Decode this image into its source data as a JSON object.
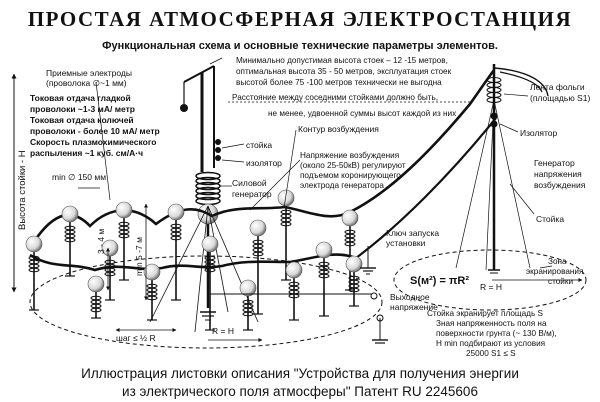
{
  "title": "ПРОСТАЯ АТМОСФЕРНАЯ ЭЛЕКТРОСТАНЦИЯ",
  "subtitle": "Функциональная схема и основные технические параметры элементов.",
  "notes": {
    "height_line1": "Минимально допустимая высота стоек – 12 -15 метров,",
    "height_line2": "оптимальная высота 35 - 50 метров, эксплуатация стоек",
    "height_line3": "высотой более 75 -100 метров технически не выгодна",
    "distance_line1": "Расстояние между соседними стойками должно быть,",
    "distance_line2": "не менее, удвоенной суммы высот каждой из них"
  },
  "left_labels": {
    "electrodes_line1": "Приемные электроды",
    "electrodes_line2": "(проволока ∅~1 мм)",
    "current_line1": "Токовая отдача гладкой",
    "current_line2": "проволоки ~1-3 мА/ метр",
    "current_line3": "Токовая отдача колючей",
    "current_line4": "проволоки - более 10 мА/ метр",
    "current_line5": "Скорость плазмохимического",
    "current_line6": "распыления ~1 куб. см/А·ч",
    "mast_height": "Высота стойки - Н",
    "min_diameter": "min ∅ 150 мм",
    "dim_34": "3 - 4 м",
    "dim_min57": "min 5 -7 м"
  },
  "center_labels": {
    "stoika": "стойка",
    "izolyator": "изолятор",
    "generator_line1": "Силовой",
    "generator_line2": "генератор",
    "contour": "Контур возбуждения",
    "voltage_line1": "Напряжение возбуждения",
    "voltage_line2": "(около 25-50кВ) регулируют",
    "voltage_line3": "подъемом коронирующего",
    "voltage_line4": "электрода генератора",
    "key_line1": "Ключ запуска",
    "key_line2": "установки",
    "output_line1": "Выходное",
    "output_line2": "напряжение",
    "step": "шаг ≤ ½ R",
    "r_eq_h": "R = H"
  },
  "right_labels": {
    "foil_line1": "Лента фольги",
    "foil_line2": "(площадью S1)",
    "izolyator": "Изолятор",
    "gen_line1": "Генератор",
    "gen_line2": "напряжения",
    "gen_line3": "возбуждения",
    "stoika": "Стойка",
    "zone_line1": "Зона",
    "zone_line2": "экранирования",
    "zone_line3": "стойки",
    "formula": "S(м²) = πR²",
    "r_eq_h": "R = H",
    "screen_line1": "Стойка экранирует площадь S",
    "screen_line2": "Зная напряженность поля на",
    "screen_line3": "поверхности грунта (~ 130 В/м),",
    "screen_line4": "H min подбирают из условия",
    "screen_line5": "25000 S1 ≤ S"
  },
  "caption": {
    "line1": "Иллюстрация листовки описания \"Устройства для получения энергии",
    "line2": "из электрического поля атмосферы\" Патент RU 2245606"
  }
}
